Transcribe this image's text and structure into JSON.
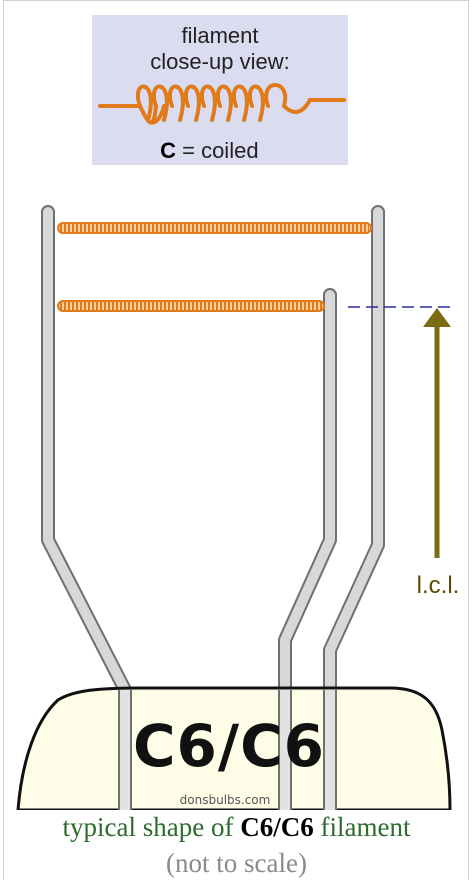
{
  "inset": {
    "line1": "filament",
    "line2": "close-up view:",
    "code_letter": "C",
    "code_rest": " = coiled"
  },
  "base_label": "C6/C6",
  "watermark": "donsbulbs.com",
  "lcl_label": "l.c.l.",
  "caption": {
    "prefix": "typical shape of ",
    "bold": "C6/C6",
    "suffix": " filament",
    "note": "(not to scale)"
  },
  "colors": {
    "coil": "#e07a1a",
    "wire": "#c8c8c8",
    "wire_outline": "#707070",
    "arrow": "#7a6a10",
    "dash": "#2a2aa0",
    "inset_bg": "#dcdcf0",
    "base_fill": "#fdfde8"
  }
}
